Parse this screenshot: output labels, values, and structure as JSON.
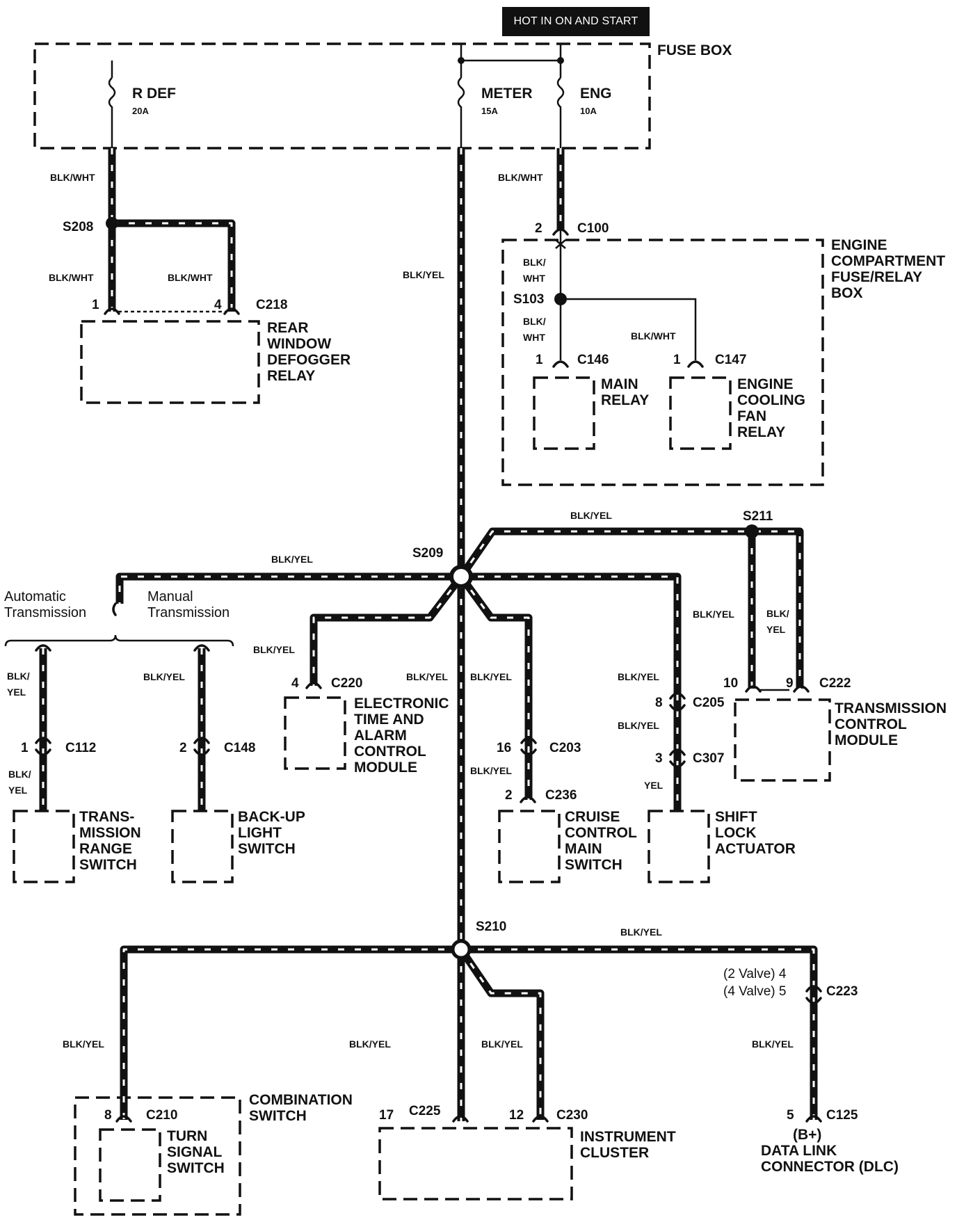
{
  "banner": "HOT IN ON AND START",
  "fuse_box": {
    "label": "FUSE BOX",
    "fuses": [
      {
        "name": "R DEF",
        "rating": "20A"
      },
      {
        "name": "METER",
        "rating": "15A"
      },
      {
        "name": "ENG",
        "rating": "10A"
      }
    ]
  },
  "splices": {
    "s208": "S208",
    "s103": "S103",
    "s209": "S209",
    "s211": "S211",
    "s210": "S210"
  },
  "wires": {
    "blk_wht": "BLK/WHT",
    "blk_yel": "BLK/YEL",
    "yel": "YEL",
    "blk_slash": "BLK/",
    "wht": "WHT",
    "yel_part": "YEL"
  },
  "connectors": {
    "c218": {
      "name": "C218",
      "pins": [
        "1",
        "4"
      ]
    },
    "c100": {
      "name": "C100",
      "pin": "2"
    },
    "c146": {
      "name": "C146",
      "pin": "1"
    },
    "c147": {
      "name": "C147",
      "pin": "1"
    },
    "c112": {
      "name": "C112",
      "pin": "1"
    },
    "c148": {
      "name": "C148",
      "pin": "2"
    },
    "c220": {
      "name": "C220",
      "pin": "4"
    },
    "c203": {
      "name": "C203",
      "pin": "16"
    },
    "c236": {
      "name": "C236",
      "pin": "2"
    },
    "c205": {
      "name": "C205",
      "pin": "8"
    },
    "c307": {
      "name": "C307",
      "pin": "3"
    },
    "c222": {
      "name": "C222",
      "pins": [
        "10",
        "9"
      ]
    },
    "c210": {
      "name": "C210",
      "pin": "8"
    },
    "c225": {
      "name": "C225",
      "pin": "17"
    },
    "c230": {
      "name": "C230",
      "pin": "12"
    },
    "c223": {
      "name": "C223",
      "pin_2valve": "(2 Valve) 4",
      "pin_4valve": "(4 Valve) 5"
    },
    "c125": {
      "name": "C125",
      "pin": "5"
    }
  },
  "components": {
    "defogger_relay": [
      "REAR",
      "WINDOW",
      "DEFOGGER",
      "RELAY"
    ],
    "engine_box": [
      "ENGINE",
      "COMPARTMENT",
      "FUSE/RELAY",
      "BOX"
    ],
    "main_relay": [
      "MAIN",
      "RELAY"
    ],
    "cooling_fan_relay": [
      "ENGINE",
      "COOLING",
      "FAN",
      "RELAY"
    ],
    "etacm": [
      "ELECTRONIC",
      "TIME AND",
      "ALARM",
      "CONTROL",
      "MODULE"
    ],
    "tcm": [
      "TRANSMISSION",
      "CONTROL",
      "MODULE"
    ],
    "range_switch": [
      "TRANS-",
      "MISSION",
      "RANGE",
      "SWITCH"
    ],
    "backup_switch": [
      "BACK-UP",
      "LIGHT",
      "SWITCH"
    ],
    "cruise_switch": [
      "CRUISE",
      "CONTROL",
      "MAIN",
      "SWITCH"
    ],
    "shift_lock": [
      "SHIFT",
      "LOCK",
      "ACTUATOR"
    ],
    "combination_switch": [
      "COMBINATION",
      "SWITCH"
    ],
    "turn_signal": [
      "TURN",
      "SIGNAL",
      "SWITCH"
    ],
    "instrument_cluster": [
      "INSTRUMENT",
      "CLUSTER"
    ],
    "dlc": [
      "(B+)",
      "DATA LINK",
      "CONNECTOR (DLC)"
    ]
  },
  "transmission_options": {
    "automatic": [
      "Automatic",
      "Transmission"
    ],
    "manual": [
      "Manual",
      "Transmission"
    ]
  }
}
